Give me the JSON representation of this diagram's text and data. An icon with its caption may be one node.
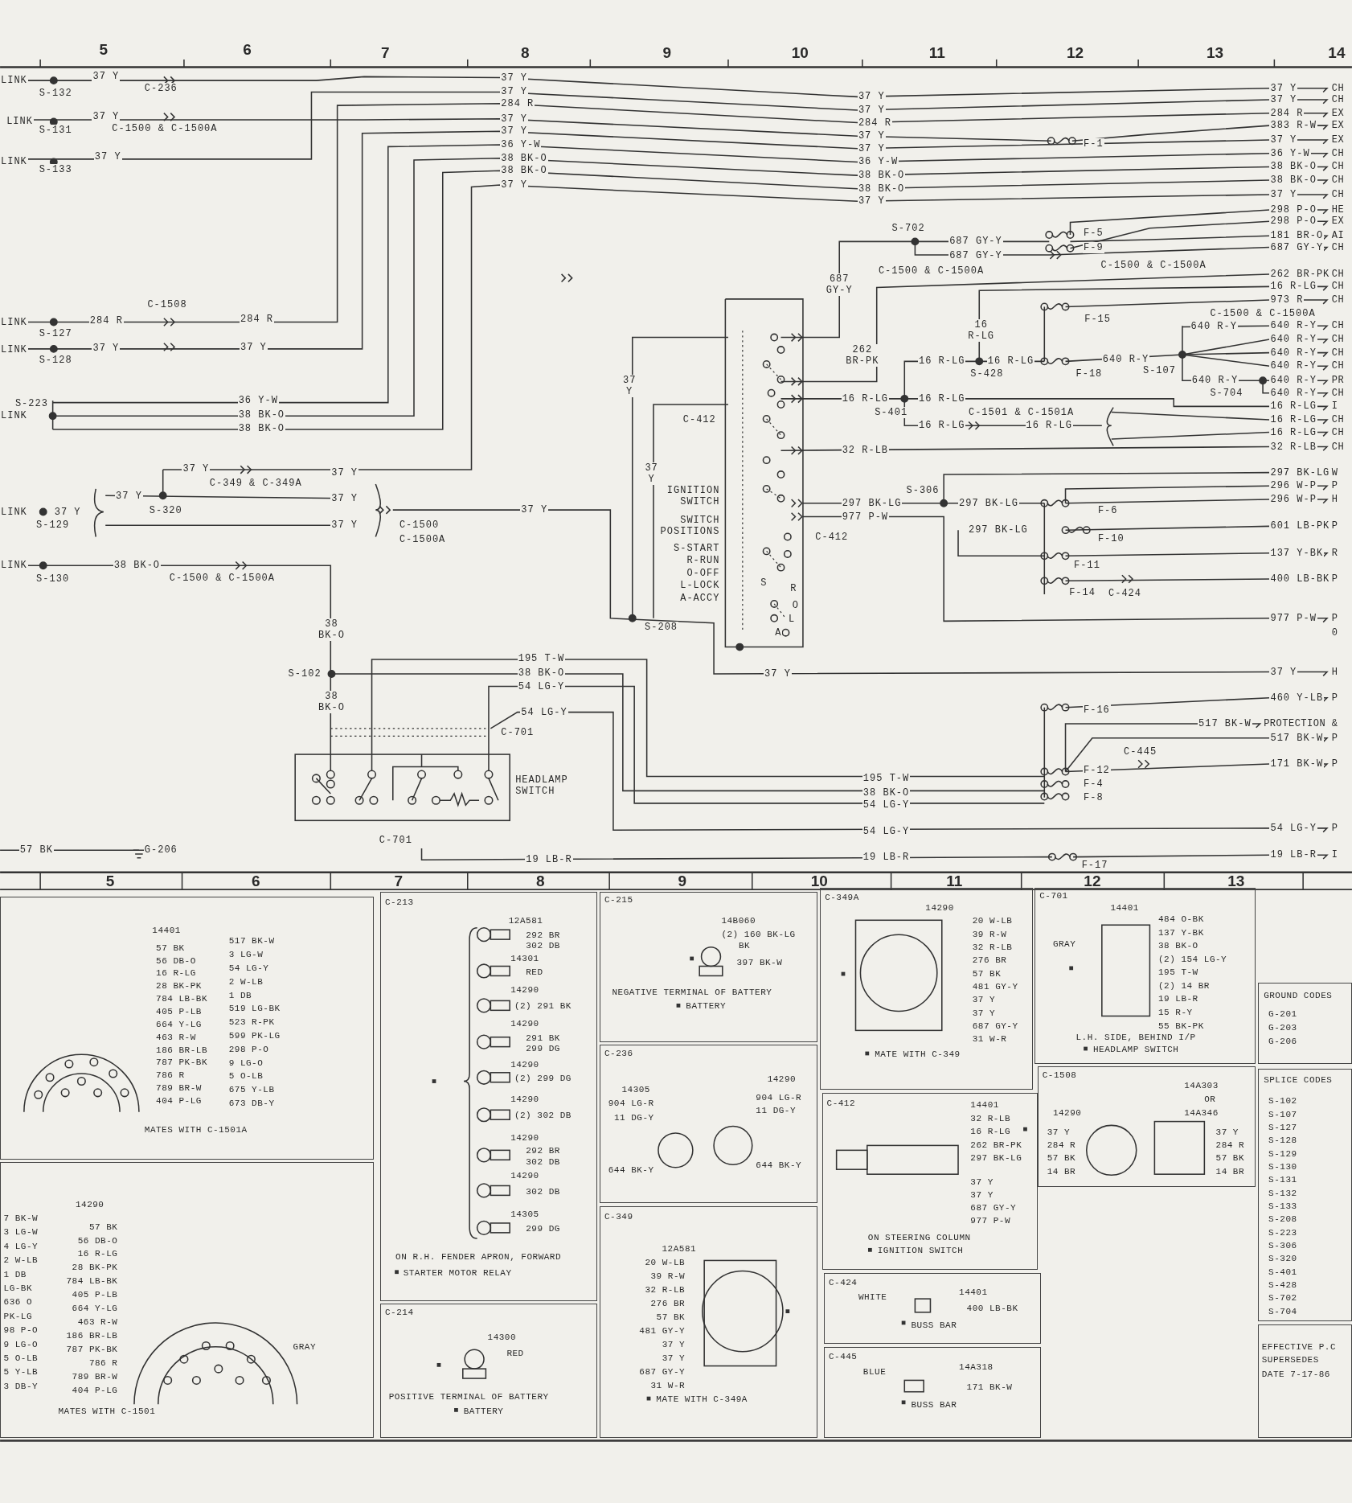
{
  "diagram": {
    "nodes": [
      {
        "text": [
          "14401",
          "57 BK",
          "56 DB-O",
          "16 R-LG",
          "28 BK-PK",
          "784 LB-BK",
          "405 P-LB",
          "664 Y-LG",
          "463 R-W",
          "186 BR-LB",
          "787 PK-BK",
          "786 R",
          "789 BR-W",
          "404 P-LG",
          "517 BK-W",
          "3 LG-W",
          "54 LG-Y",
          "2 W-LB",
          "1 DB",
          "519 LG-BK",
          "523 R-PK",
          "599 PK-LG",
          "298 P-O",
          "9 LG-O",
          "5 O-LB",
          "675 Y-LB",
          "673 DB-Y",
          "MATES WITH C-1501A"
        ]
      },
      {
        "text": [
          "14290",
          "7 BK-W",
          "3 LG-W",
          "4 LG-Y",
          "2 W-LB",
          "1 DB",
          "LG-BK",
          "636 O",
          "PK-LG",
          "98 P-O",
          "9 LG-O",
          "5 O-LB",
          "5 Y-LB",
          "3 DB-Y",
          "57 BK",
          "56 DB-O",
          "16 R-LG",
          "28 BK-PK",
          "784 LB-BK",
          "405 P-LB",
          "664 Y-LG",
          "463 R-W",
          "186 BR-LB",
          "787 PK-BK",
          "786 R",
          "789 BR-W",
          "404 P-LG",
          "GRAY",
          "MATES WITH C-1501"
        ]
      },
      {
        "text": [
          "C-213",
          "12A581",
          "292 BR",
          "302 DB",
          "14301",
          "RED",
          "14290",
          "(2) 291 BK",
          "14290",
          "291 BK",
          "299 DG",
          "14290",
          "(2) 299 DG",
          "14290",
          "(2) 302 DB",
          "14290",
          "292 BR",
          "302 DB",
          "14290",
          "302 DB",
          "14305",
          "299 DG",
          "ON R.H. FENDER APRON, FORWARD",
          "STARTER MOTOR RELAY"
        ]
      },
      {
        "text": [
          "C-214",
          "14300",
          "RED",
          "POSITIVE TERMINAL OF BATTERY",
          "BATTERY"
        ]
      },
      {
        "text": [
          "C-215",
          "14B060",
          "(2) 160 BK-LG",
          "BK",
          "397 BK-W",
          "NEGATIVE TERMINAL OF BATTERY",
          "BATTERY"
        ]
      },
      {
        "text": [
          "C-236",
          "14305",
          "904 LG-R",
          "11 DG-Y",
          "644 BK-Y",
          "14290",
          "904 LG-R",
          "11 DG-Y",
          "644 BK-Y"
        ]
      },
      {
        "text": [
          "C-349",
          "12A581",
          "20 W-LB",
          "39 R-W",
          "32 R-LB",
          "276 BR",
          "57 BK",
          "481 GY-Y",
          "37 Y",
          "37 Y",
          "687 GY-Y",
          "31 W-R",
          "MATE WITH C-349A"
        ]
      },
      {
        "text": [
          "C-349A",
          "14290",
          "20 W-LB",
          "39 R-W",
          "32 R-LB",
          "276 BR",
          "57 BK",
          "481 GY-Y",
          "37 Y",
          "37 Y",
          "687 GY-Y",
          "31 W-R",
          "MATE WITH C-349"
        ]
      },
      {
        "text": [
          "C-412",
          "14401",
          "32 R-LB",
          "16 R-LG",
          "262 BR-PK",
          "297 BK-LG",
          "37 Y",
          "37 Y",
          "687 GY-Y",
          "977 P-W",
          "ON STEERING COLUMN",
          "IGNITION SWITCH"
        ]
      },
      {
        "text": [
          "C-424",
          "WHITE",
          "14401",
          "400 LB-BK",
          "BUSS BAR"
        ]
      },
      {
        "text": [
          "C-445",
          "BLUE",
          "14A318",
          "171 BK-W",
          "BUSS BAR"
        ]
      },
      {
        "text": [
          "C-701",
          "14401",
          "484 O-BK",
          "137 Y-BK",
          "38 BK-O",
          "(2) 154 LG-Y",
          "195 T-W",
          "(2) 14 BR",
          "19 LB-R",
          "15 R-Y",
          "55 BK-PK",
          "GRAY",
          "L.H. SIDE, BEHIND I/P",
          "HEADLAMP SWITCH"
        ]
      },
      {
        "text": [
          "C-1508",
          "14290",
          "37 Y",
          "284 R",
          "57 BK",
          "14 BR",
          "14A303",
          "OR",
          "14A346",
          "37 Y",
          "284 R",
          "57 BK",
          "14 BR"
        ]
      },
      {
        "text": [
          "GROUND CODES",
          "G-201",
          "G-203",
          "G-206"
        ]
      },
      {
        "text": [
          "SPLICE CODES",
          "S-102",
          "S-107",
          "S-127",
          "S-128",
          "S-129",
          "S-130",
          "S-131",
          "S-132",
          "S-133",
          "S-208",
          "S-223",
          "S-306",
          "S-320",
          "S-401",
          "S-428",
          "S-702",
          "S-704"
        ]
      },
      {
        "text": [
          "EFFECTIVE P.C",
          "SUPERSEDES",
          "DATE 7-17-86"
        ]
      }
    ],
    "labels": [
      "5",
      "6",
      "7",
      "8",
      "9",
      "10",
      "11",
      "12",
      "13",
      "14",
      "LINK",
      "37 Y",
      "S-132",
      "C-236",
      "LINK",
      "37 Y",
      "S-131",
      "C-1500 & C-1500A",
      "LINK",
      "37 Y",
      "S-133",
      "37 Y",
      "37 Y",
      "284 R",
      "37 Y",
      "37 Y",
      "36 Y-W",
      "38 BK-O",
      "38 BK-O",
      "37 Y",
      "37 Y",
      "37 Y",
      "284 R",
      "37 Y",
      "37 Y",
      "36 Y-W",
      "38 BK-O",
      "38 BK-O",
      "37 Y",
      "F-1",
      "37 Y",
      "CH",
      "37 Y",
      "CH",
      "284 R",
      "EX",
      "383 R-W",
      "EX",
      "37 Y",
      "EX",
      "36 Y-W",
      "CH",
      "38 BK-O",
      "CH",
      "38 BK-O",
      "CH",
      "37 Y",
      "CH",
      "298 P-O",
      "HE",
      "298 P-O",
      "EX",
      "181 BR-O",
      "AI",
      "687 GY-Y",
      "CH",
      "262 BR-PK",
      "CH",
      "16 R-LG",
      "CH",
      "973 R",
      "CH",
      "640 R-Y",
      "CH",
      "640 R-Y",
      "CH",
      "640 R-Y",
      "CH",
      "640 R-Y",
      "CH",
      "640 R-Y",
      "PR",
      "640 R-Y",
      "CH",
      "16 R-LG",
      "I",
      "16 R-LG",
      "CH",
      "16 R-LG",
      "CH",
      "32 R-LB",
      "CH",
      "297 BK-LG",
      "W",
      "296 W-P",
      "P",
      "296 W-P",
      "H",
      "601 LB-PK",
      "P",
      "137 Y-BK",
      "R",
      "400 LB-BK",
      "P",
      "977 P-W",
      "P",
      "0",
      "37 Y",
      "H",
      "460 Y-LB",
      "P",
      "517 BK-W",
      "PROTECTION &",
      "517 BK-W",
      "P",
      "171 BK-W",
      "P",
      "54 LG-Y",
      "P",
      "19 LB-R",
      "I",
      "S-702",
      "687 GY-Y",
      "687 GY-Y",
      "F-5",
      "F-9",
      "C-1500 & C-1500A",
      "687 GY-Y",
      "C-1500 & C-1500A",
      "16 R-LG",
      "F-15",
      "C-1500 & C-1500A",
      "640 R-Y",
      "262 BR-PK",
      "16 R-LG",
      "16 R-LG",
      "S-428",
      "F-18",
      "640 R-Y",
      "S-107",
      "640 R-Y",
      "S-704",
      "16 R-LG",
      "16 R-LG",
      "S-401",
      "C-1501 & C-1501A",
      "16 R-LG",
      "16 R-LG",
      "32 R-LB",
      "37 Y",
      "C-412",
      "37 Y",
      "IGNITION SWITCH",
      "SWITCH POSITIONS",
      "S-START",
      "R-RUN",
      "O-OFF",
      "L-LOCK",
      "A-ACCY",
      "S",
      "R",
      "O",
      "L",
      "A",
      "297 BK-LG",
      "977 P-W",
      "C-412",
      "S-306",
      "297 BK-LG",
      "297 BK-LG",
      "F-6",
      "F-10",
      "F-11",
      "F-14",
      "C-424",
      "S-208",
      "37 Y",
      "F-16",
      "C-445",
      "F-12",
      "F-4",
      "F-8",
      "195 T-W",
      "38 BK-O",
      "54 LG-Y",
      "54 LG-Y",
      "19 LB-R",
      "F-17",
      "C-1508",
      "LINK",
      "284 R",
      "S-127",
      "284 R",
      "LINK",
      "37 Y",
      "S-128",
      "37 Y",
      "S-223",
      "LINK",
      "36 Y-W",
      "38 BK-O",
      "38 BK-O",
      "37 Y",
      "C-349 & C-349A",
      "37 Y",
      "37 Y",
      "37 Y",
      "LINK",
      "37 Y",
      "S-320",
      "37 Y",
      "S-129",
      "37 Y",
      "C-1500",
      "C-1500A",
      "LINK",
      "38 BK-O",
      "S-130",
      "C-1500 & C-1500A",
      "38 BK-O",
      "S-102",
      "38 BK-O",
      "195 T-W",
      "38 BK-O",
      "54 LG-Y",
      "54 LG-Y",
      "C-701",
      "HEADLAMP SWITCH",
      "C-701",
      "19 LB-R",
      "57 BK",
      "G-206",
      "5",
      "6",
      "7",
      "8",
      "9",
      "10",
      "11",
      "12",
      "13"
    ]
  }
}
